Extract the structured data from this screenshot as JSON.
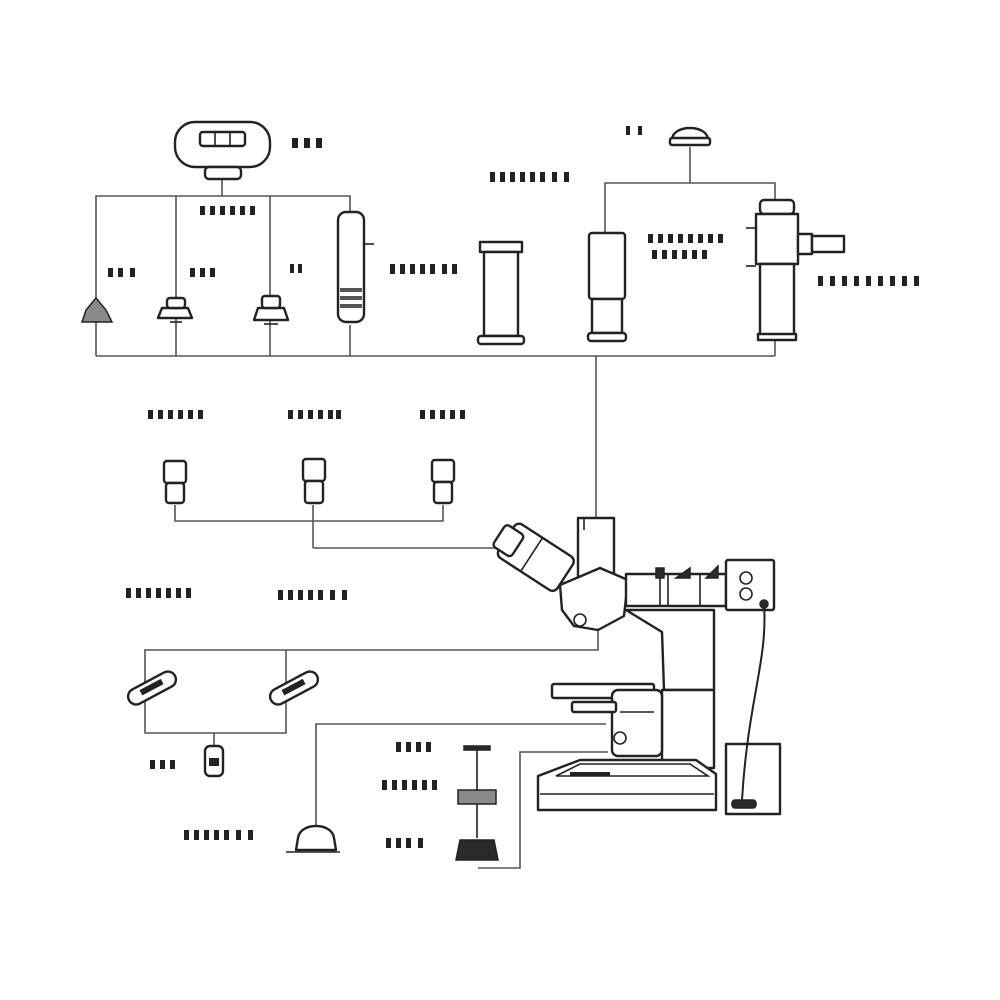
{
  "diagram": {
    "label_style": "illegible placeholder marks (no readable text in source)",
    "components": [
      "camera",
      "photo-eyepiece-set",
      "eyepiece-tube",
      "eyepiece-set",
      "objective-set",
      "polarizer-set",
      "lamp-housing",
      "filter-set",
      "microscope-body"
    ],
    "colors": {
      "line": "#555555",
      "part": "#222222",
      "background": "#ffffff"
    }
  }
}
